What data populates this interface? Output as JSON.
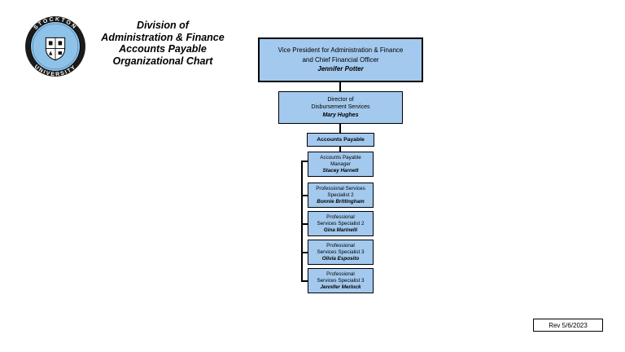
{
  "title": {
    "lines": [
      "Division of",
      "Administration & Finance",
      "Accounts Payable",
      "Organizational Chart"
    ]
  },
  "logo": {
    "name": "Stockton University seal",
    "top_text": "STOCKTON",
    "bottom_text": "UNIVERSITY"
  },
  "colors": {
    "box_fill": "#a3c9ee",
    "box_border": "#000000",
    "page_bg": "#ffffff",
    "seal_ring": "#1b1b1b",
    "seal_inner": "#8fc2e8"
  },
  "org_chart": {
    "nodes": [
      {
        "id": "vp",
        "role_lines": [
          "Vice President for Administration & Finance",
          "and Chief Financial Officer"
        ],
        "person": "Jennifer Potter"
      },
      {
        "id": "director",
        "role_lines": [
          "Director of",
          "Disbursement Services"
        ],
        "person": "Mary Hughes"
      },
      {
        "id": "dept",
        "role_lines": [
          "Accounts Payable"
        ],
        "person": ""
      },
      {
        "id": "manager",
        "role_lines": [
          "Accounts Payable",
          "Manager"
        ],
        "person": "Stacey Harnett"
      },
      {
        "id": "spec1",
        "role_lines": [
          "Professional Services",
          "Specialist 2"
        ],
        "person": "Bonnie Brittingham"
      },
      {
        "id": "spec2",
        "role_lines": [
          "Professional",
          "Services Specialist 2"
        ],
        "person": "Gina Marinelli"
      },
      {
        "id": "spec3",
        "role_lines": [
          "Professional",
          "Services Specialist 3"
        ],
        "person": "Olivia Esposito"
      },
      {
        "id": "spec4",
        "role_lines": [
          "Professional",
          "Services Specialist 3"
        ],
        "person": "Jennifer Merlock"
      }
    ]
  },
  "footer": {
    "revision": "Rev 5/6/2023"
  }
}
